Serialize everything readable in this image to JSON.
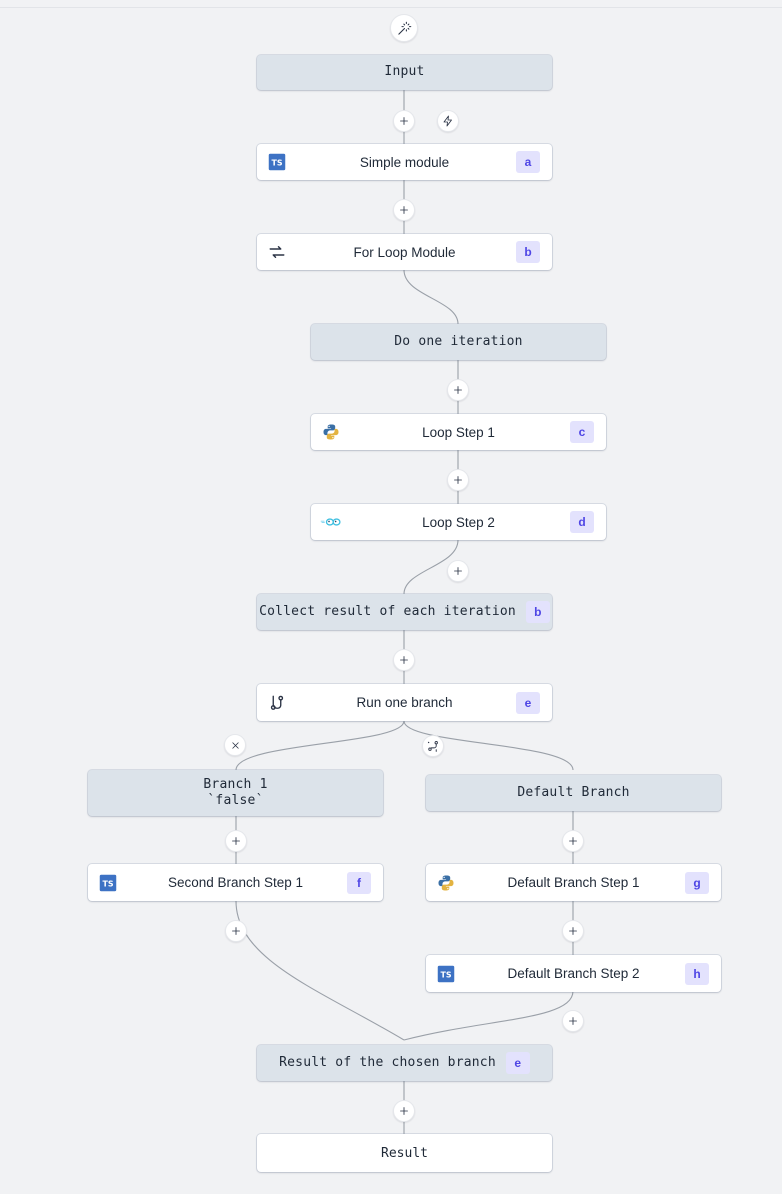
{
  "canvas": {
    "background": "#f1f2f4",
    "header_node_color": "#dce3ea",
    "module_node_color": "#ffffff",
    "badge_bg": "#e3e2fd",
    "badge_text": "#4f46e5",
    "edge_color": "#9aa0a8"
  },
  "toolbar": {
    "ai_label": "magic-wand",
    "trigger_label": "zap"
  },
  "nodes": {
    "input": {
      "label": "Input"
    },
    "simple_module": {
      "label": "Simple module",
      "badge": "a",
      "lang": "typescript"
    },
    "for_loop_module": {
      "label": "For Loop Module",
      "badge": "b",
      "lang": "loop"
    },
    "do_one_iteration": {
      "label": "Do one iteration"
    },
    "loop_step_1": {
      "label": "Loop Step 1",
      "badge": "c",
      "lang": "python"
    },
    "loop_step_2": {
      "label": "Loop Step 2",
      "badge": "d",
      "lang": "go"
    },
    "collect_result": {
      "label": "Collect result of each iteration",
      "badge": "b"
    },
    "run_one_branch": {
      "label": "Run one branch",
      "badge": "e",
      "lang": "branch"
    },
    "branch_1": {
      "label": "Branch 1",
      "sublabel": "`false`"
    },
    "default_branch": {
      "label": "Default Branch"
    },
    "second_branch_step_1": {
      "label": "Second Branch Step 1",
      "badge": "f",
      "lang": "typescript"
    },
    "default_branch_step_1": {
      "label": "Default Branch Step 1",
      "badge": "g",
      "lang": "python"
    },
    "default_branch_step_2": {
      "label": "Default Branch Step 2",
      "badge": "h",
      "lang": "typescript"
    },
    "result_of_chosen_branch": {
      "label": "Result of the chosen branch",
      "badge": "e"
    },
    "result": {
      "label": "Result"
    }
  },
  "connectors": {
    "add_label": "+",
    "remove_branch_label": "x",
    "add_branch_label": "add-branch"
  }
}
